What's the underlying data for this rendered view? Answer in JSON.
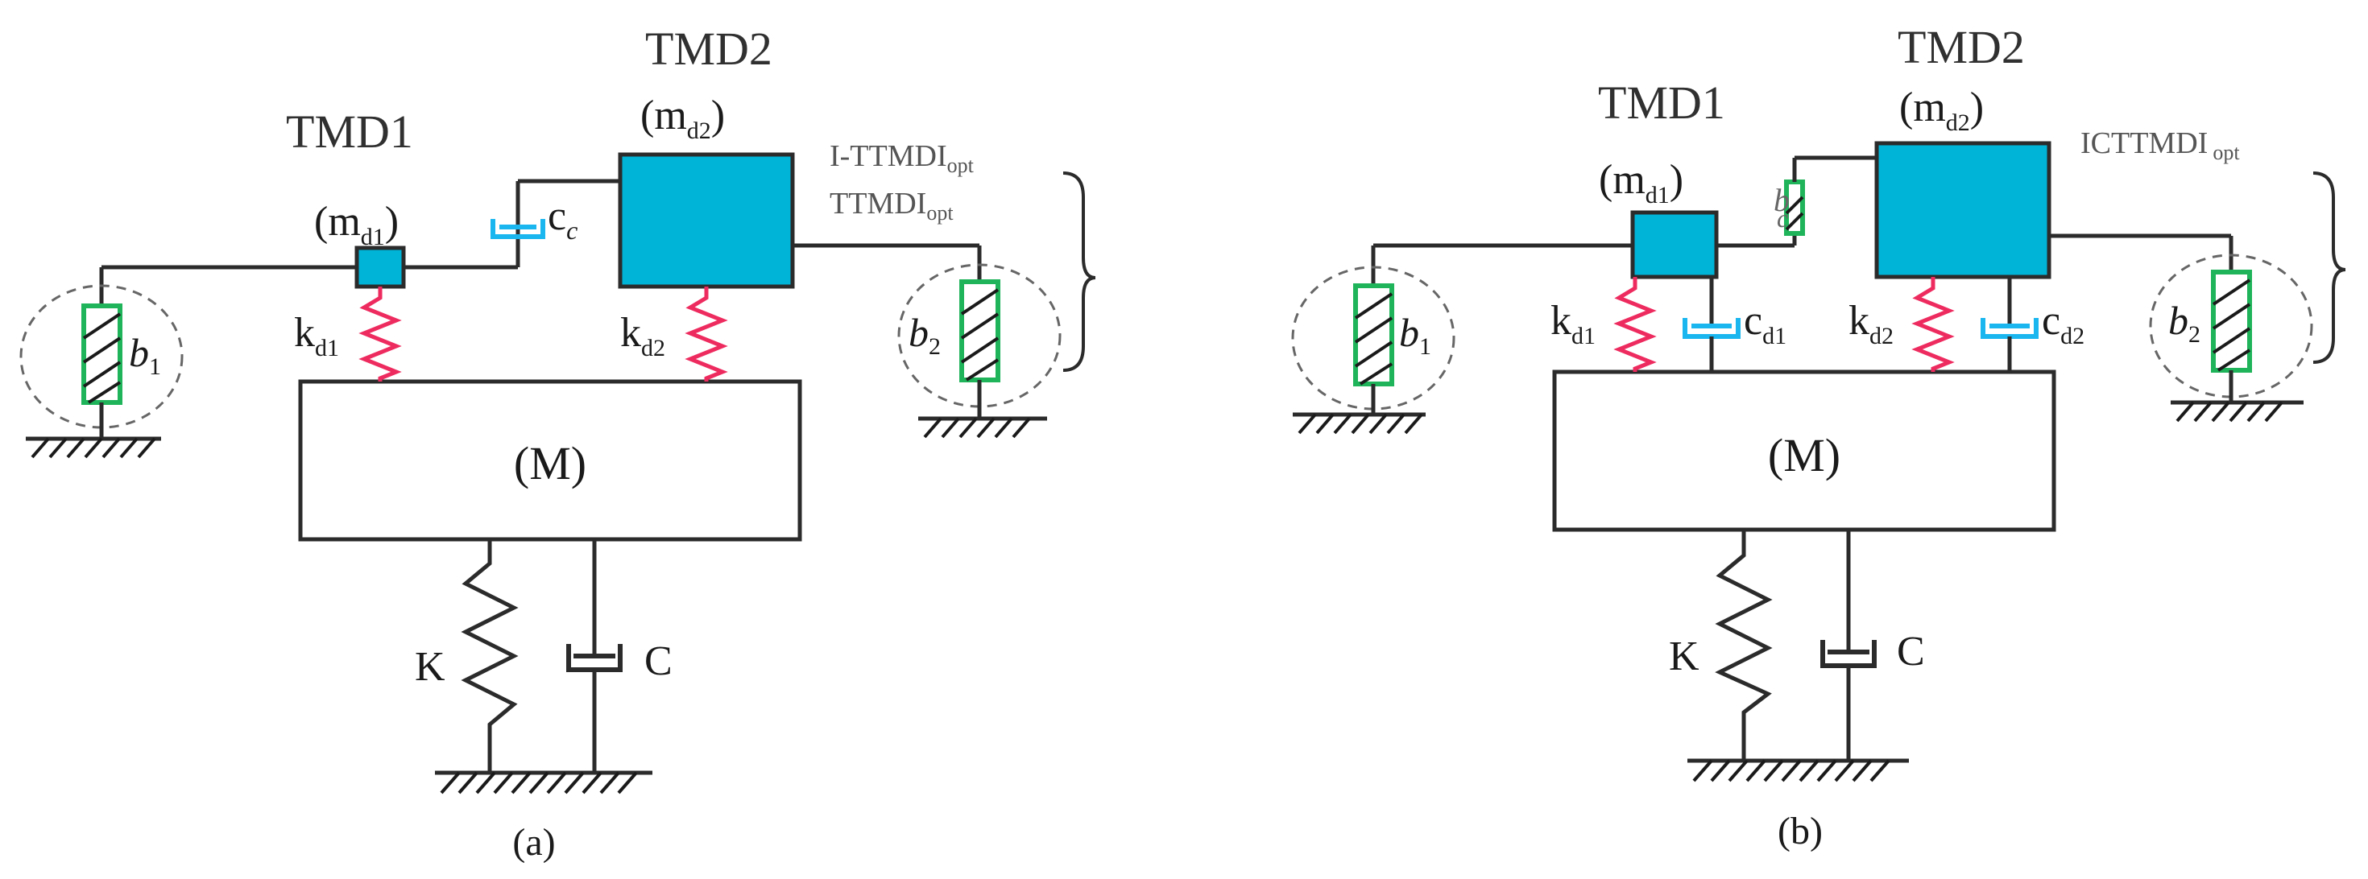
{
  "panel_a": {
    "tmd1": "TMD1",
    "tmd2": "TMD2",
    "mass1": {
      "main": "(m",
      "sub": "d1",
      "close": ")"
    },
    "mass2": {
      "main": "(m",
      "sub": "d2",
      "close": ")"
    },
    "main_mass": "(M)",
    "cc": {
      "main": "c",
      "sub": "c"
    },
    "kd1": {
      "main": "k",
      "sub": "d1"
    },
    "kd2": {
      "main": "k",
      "sub": "d2"
    },
    "b1": {
      "main": "b",
      "sub": "1"
    },
    "b2": {
      "main": "b",
      "sub": "2"
    },
    "K": "K",
    "C": "C",
    "opt1": {
      "main": "I-TTMDI",
      "sub": "opt"
    },
    "opt2": {
      "main": "TTMDI",
      "sub": "opt"
    },
    "caption": "(a)"
  },
  "panel_b": {
    "tmd1": "TMD1",
    "tmd2": "TMD2",
    "mass1": {
      "main": "(m",
      "sub": "d1",
      "close": ")"
    },
    "mass2": {
      "main": "(m",
      "sub": "d2",
      "close": ")"
    },
    "main_mass": "(M)",
    "bc": {
      "main": "b",
      "sub": "c"
    },
    "kd1": {
      "main": "k",
      "sub": "d1"
    },
    "kd2": {
      "main": "k",
      "sub": "d2"
    },
    "cd1": {
      "main": "c",
      "sub": "d1"
    },
    "cd2": {
      "main": "c",
      "sub": "d2"
    },
    "b1": {
      "main": "b",
      "sub": "1"
    },
    "b2": {
      "main": "b",
      "sub": "2"
    },
    "K": "K",
    "C": "C",
    "opt": {
      "main": "ICTTMDI",
      "sub": "opt"
    },
    "caption": "(b)"
  },
  "colors": {
    "mass_fill": "#00b4d8",
    "spring_tmd": "#ee2b5f",
    "inerter": "#1fb35a",
    "damper_tmd": "#19b6ef"
  }
}
